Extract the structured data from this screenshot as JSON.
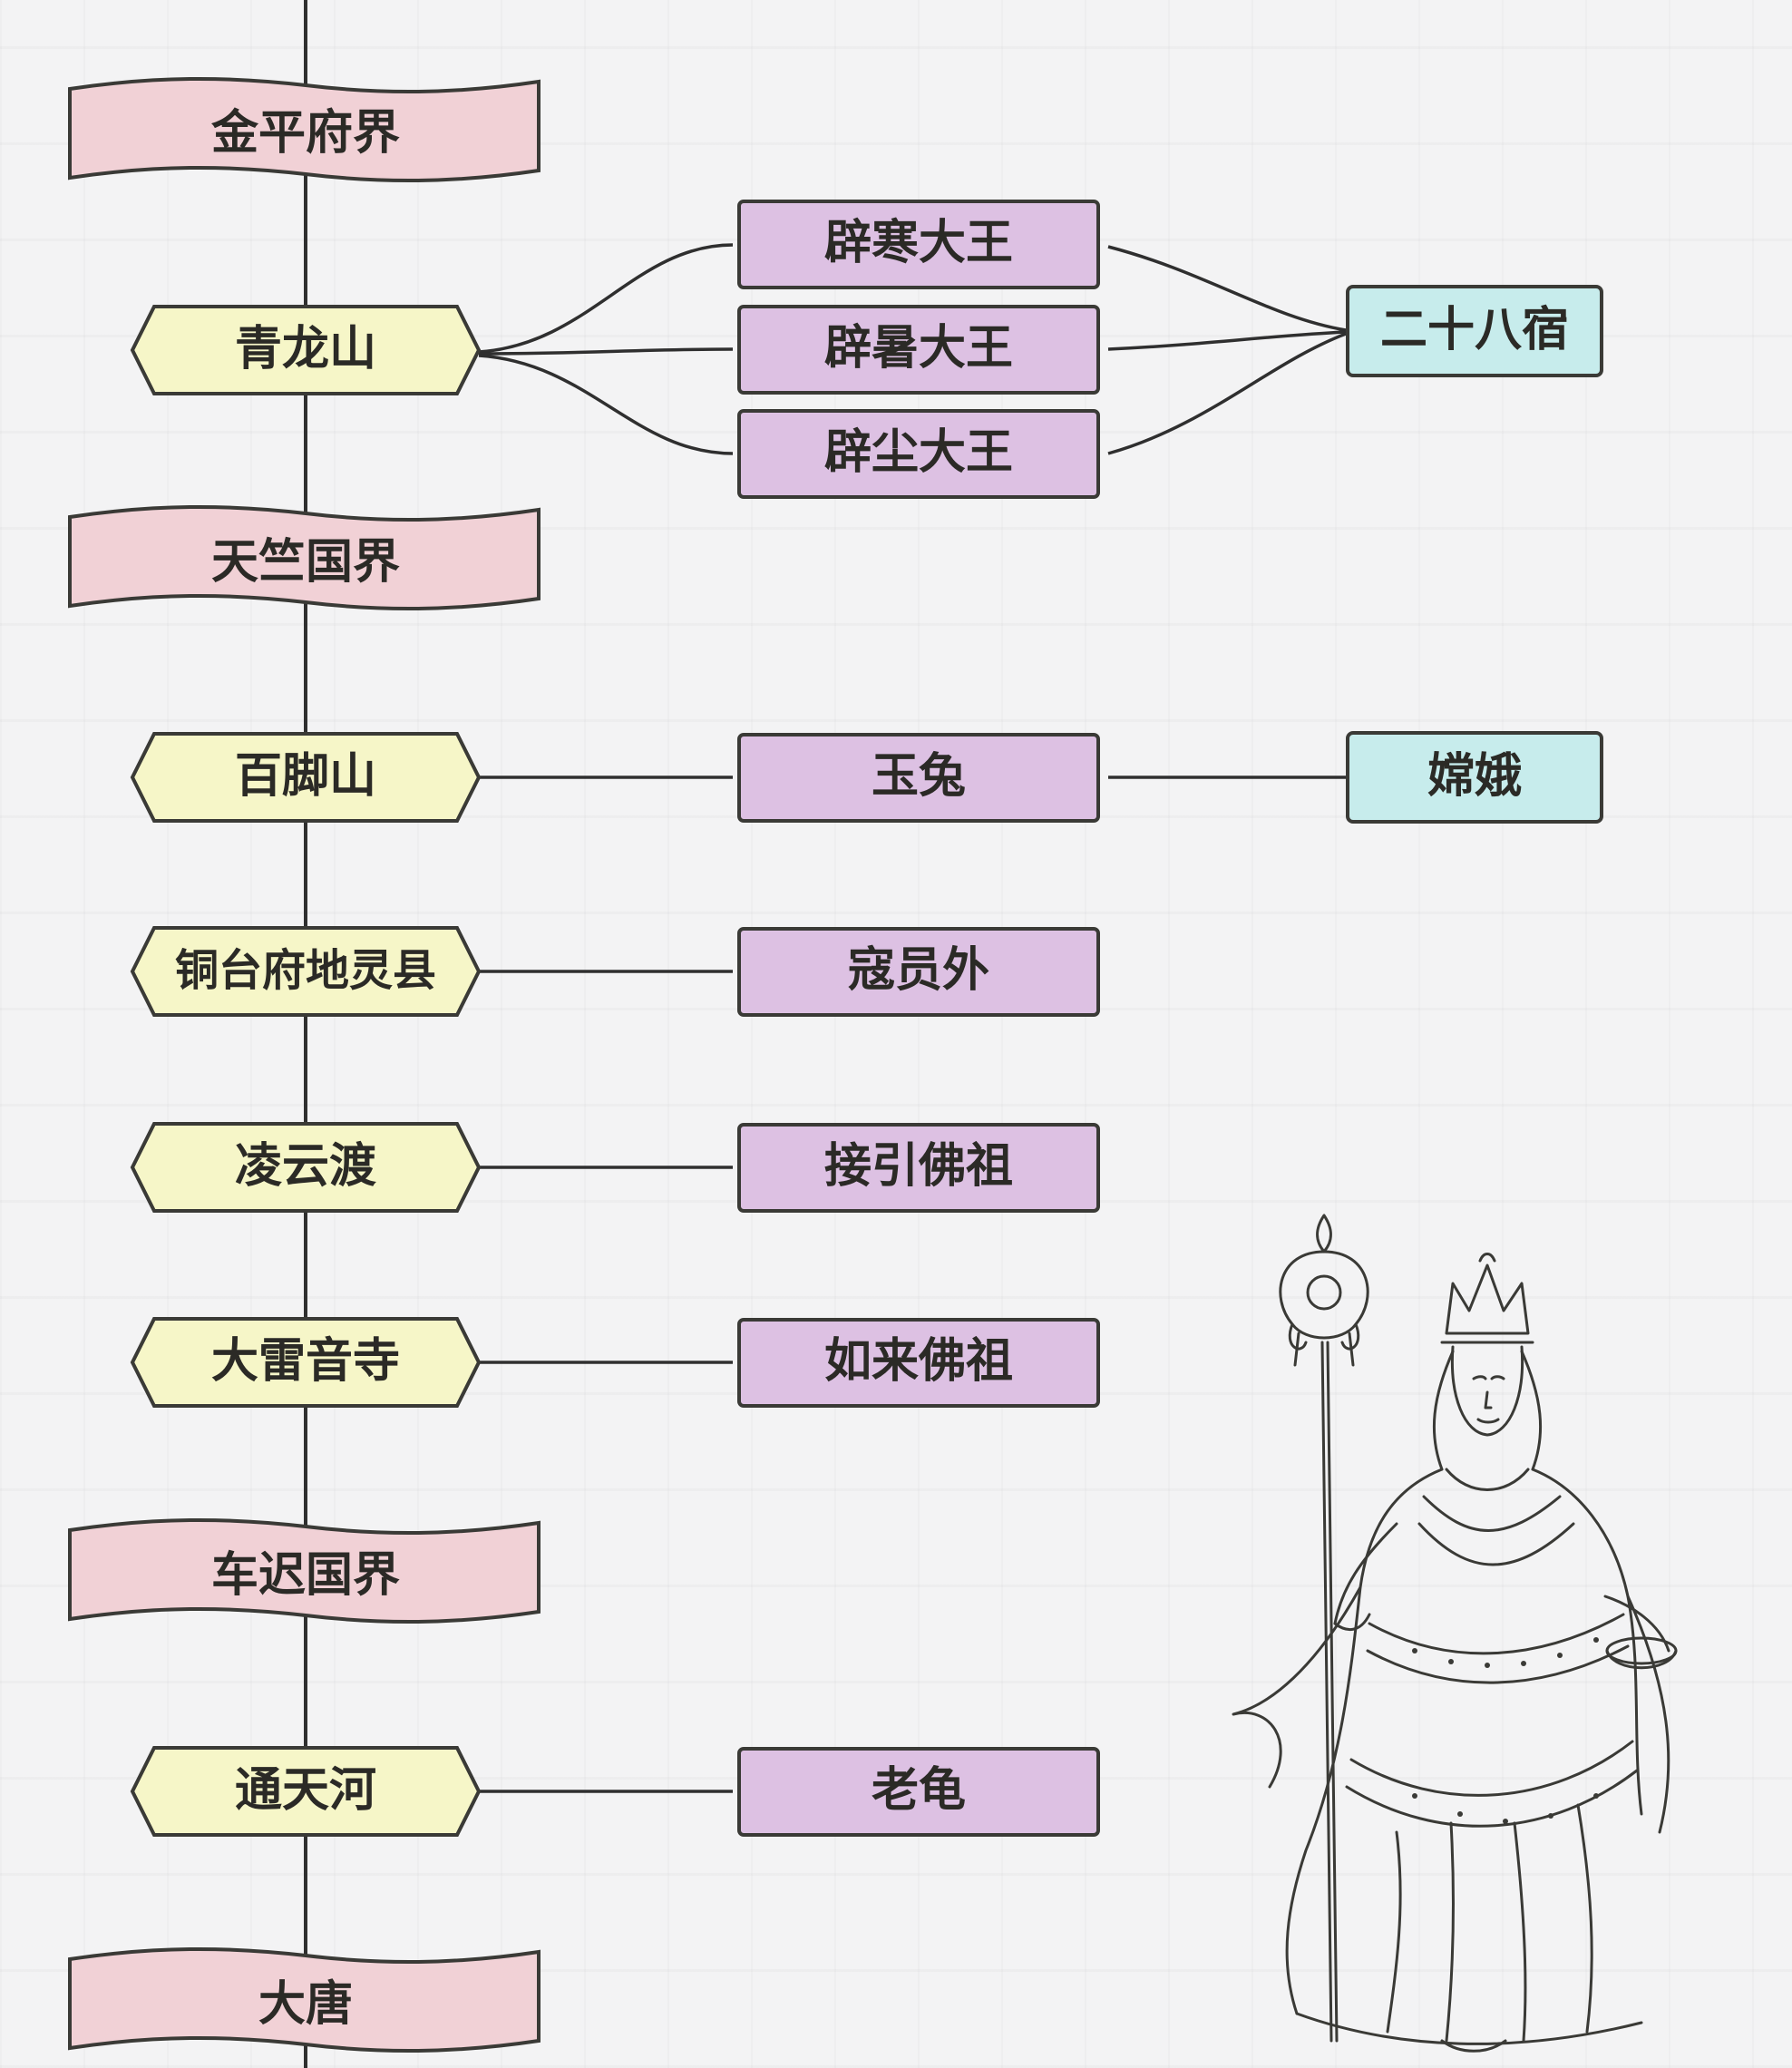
{
  "colors": {
    "banner_fill": "#f1d1d6",
    "hexagon_fill": "#f6f6c8",
    "monster_fill": "#ddc1e3",
    "helper_fill": "#c7ecec",
    "outline": "#3a3a36",
    "connector": "#2f2f2f"
  },
  "diagram": {
    "banners": {
      "jinping": "金平府界",
      "tianzhu": "天竺国界",
      "chechi": "车迟国界",
      "datang": "大唐"
    },
    "stations": {
      "qinglong": "青龙山",
      "baijiao": "百脚山",
      "tongtai": "铜台府地灵县",
      "lingyun": "凌云渡",
      "daleiyin": "大雷音寺",
      "tongtian": "通天河"
    },
    "characters": {
      "bihan": "辟寒大王",
      "bishu": "辟暑大王",
      "bichen": "辟尘大王",
      "yutu": "玉兔",
      "kou": "寇员外",
      "jieyin": "接引佛祖",
      "rulai": "如来佛祖",
      "laogui": "老龟"
    },
    "helpers": {
      "ershiba": "二十八宿",
      "change": "嫦娥"
    }
  },
  "illustration": {
    "icon": "monk-with-staff-icon"
  }
}
